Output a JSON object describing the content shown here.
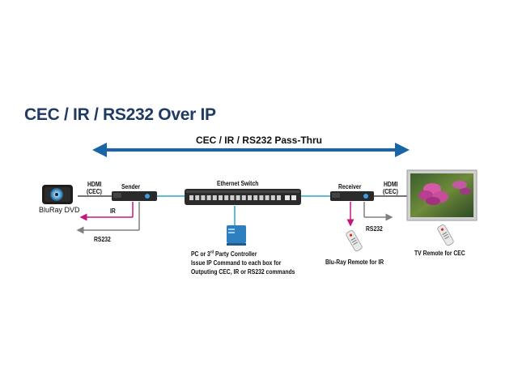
{
  "title": "CEC / IR / RS232 Over IP",
  "pass_thru_label": "CEC / IR / RS232 Pass-Thru",
  "devices": {
    "bluray_dvd": "BluRay DVD",
    "sender": "Sender",
    "ethernet_switch": "Ethernet Switch",
    "receiver": "Receiver",
    "blu_ray_remote": "Blu-Ray Remote for IR",
    "tv_remote": "TV Remote for CEC"
  },
  "links": {
    "hdmi_cec_left_line1": "HDMI",
    "hdmi_cec_left_line2": "(CEC)",
    "hdmi_cec_right_line1": "HDMI",
    "hdmi_cec_right_line2": "(CEC)",
    "ir_left": "IR",
    "rs232_left": "RS232",
    "rs232_right": "RS232"
  },
  "controller": {
    "line1_prefix": "PC or 3",
    "line1_sup": "rd",
    "line1_suffix": " Party Controller",
    "line2": "Issue IP Command to each box for",
    "line3": "Outputing CEC, IR or RS232 commands"
  },
  "colors": {
    "title": "#1f3a64",
    "pass_thru_arrow": "#1a64a8",
    "ethernet_line": "#2aa8c8",
    "ir_arrow": "#c2187a",
    "rs232_arrow": "#808080",
    "controller_pc": "#2d7fbf"
  }
}
